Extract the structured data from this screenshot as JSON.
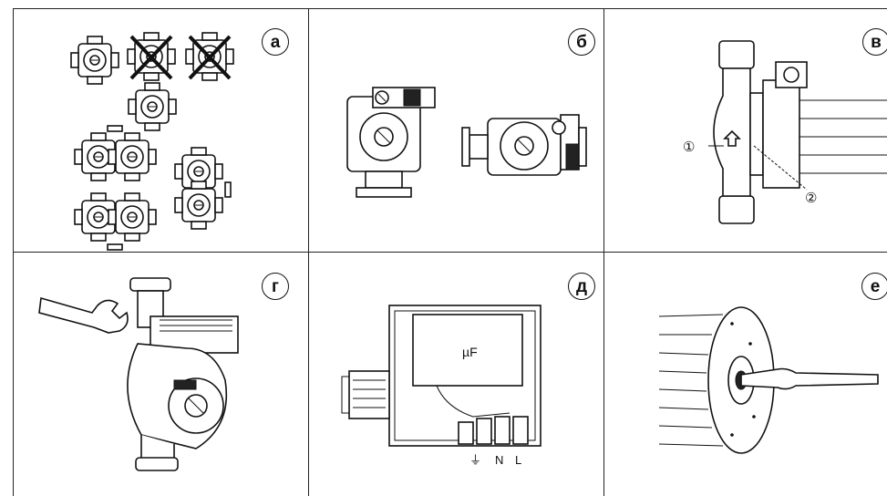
{
  "panels": [
    {
      "label": "а"
    },
    {
      "label": "б"
    },
    {
      "label": "в"
    },
    {
      "label": "г"
    },
    {
      "label": "д"
    },
    {
      "label": "е"
    }
  ],
  "callouts": {
    "inlet": "①",
    "outlet": "②"
  },
  "terminals": {
    "capacitor": "µF",
    "neutral": "N",
    "live": "L",
    "ground": "⏚"
  }
}
